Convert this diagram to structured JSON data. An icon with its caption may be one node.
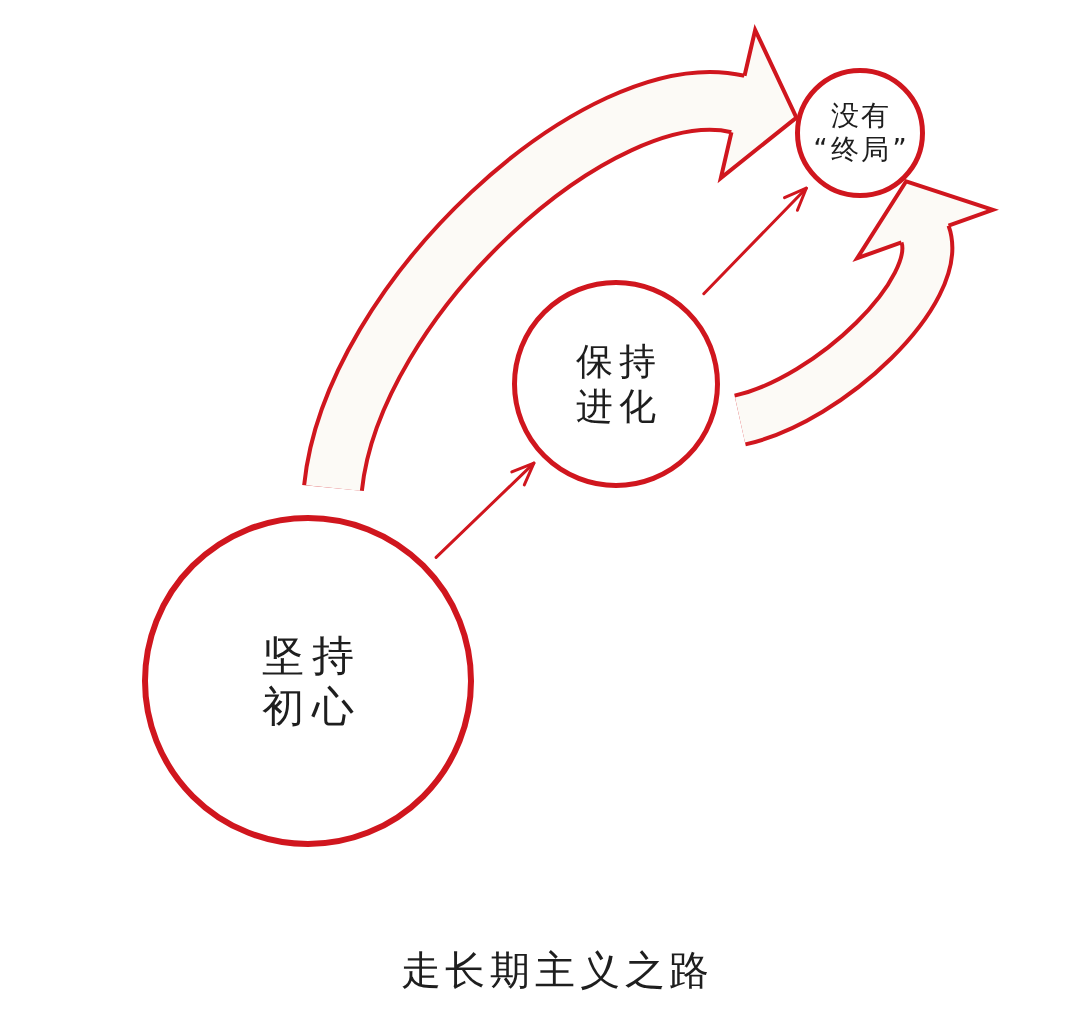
{
  "diagram": {
    "caption": "走长期主义之路",
    "nodes": [
      {
        "text": [
          "坚持初心"
        ]
      },
      {
        "text": [
          "保持进化"
        ]
      },
      {
        "text": [
          "没有“终局”"
        ]
      }
    ],
    "edges": [
      {
        "from": 0,
        "to": 1,
        "arrow": "to"
      },
      {
        "from": 1,
        "to": 2,
        "arrow": "to"
      },
      {
        "from": 0,
        "to": 2,
        "arrow": "to",
        "style": "thick"
      },
      {
        "from": 1,
        "to": 2,
        "arrow": "to",
        "style": "thick"
      }
    ]
  }
}
